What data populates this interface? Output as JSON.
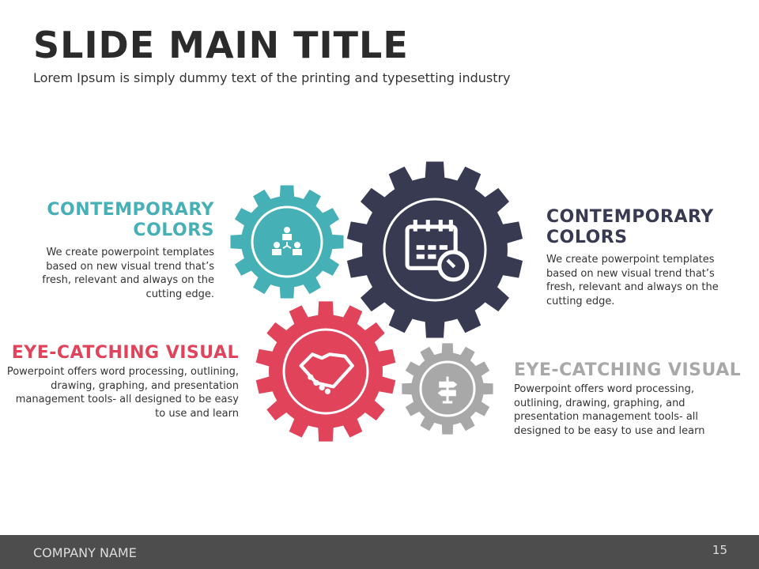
{
  "slide": {
    "title": "SLIDE MAIN TITLE",
    "subtitle": "Lorem Ipsum is simply dummy text of the printing and typesetting industry"
  },
  "blocks": [
    {
      "heading": "CONTEMPORARY COLORS",
      "body": "We create powerpoint templates based on new visual trend that’s fresh, relevant and always on the cutting edge.",
      "color": "#45b0b5"
    },
    {
      "heading": "CONTEMPORARY COLORS",
      "body": "We create powerpoint templates based on new visual trend that’s fresh, relevant and always on the cutting edge.",
      "color": "#383a52"
    },
    {
      "heading": "EYE-CATCHING VISUAL",
      "body": "Powerpoint offers word processing, outlining, drawing, graphing, and presentation management tools- all designed to be easy to use and learn",
      "color": "#e0435a"
    },
    {
      "heading": "EYE-CATCHING VISUAL",
      "body": "Powerpoint offers word processing, outlining, drawing, graphing, and presentation management tools- all designed to be easy to use and learn",
      "color": "#a8a8a8"
    }
  ],
  "gears": [
    {
      "icon": "team-hierarchy-icon",
      "color": "#45b0b5"
    },
    {
      "icon": "calendar-clock-icon",
      "color": "#383a52"
    },
    {
      "icon": "handshake-icon",
      "color": "#e0435a"
    },
    {
      "icon": "signpost-icon",
      "color": "#a8a8a8"
    }
  ],
  "footer": {
    "company": "COMPANY NAME",
    "page": "15"
  }
}
